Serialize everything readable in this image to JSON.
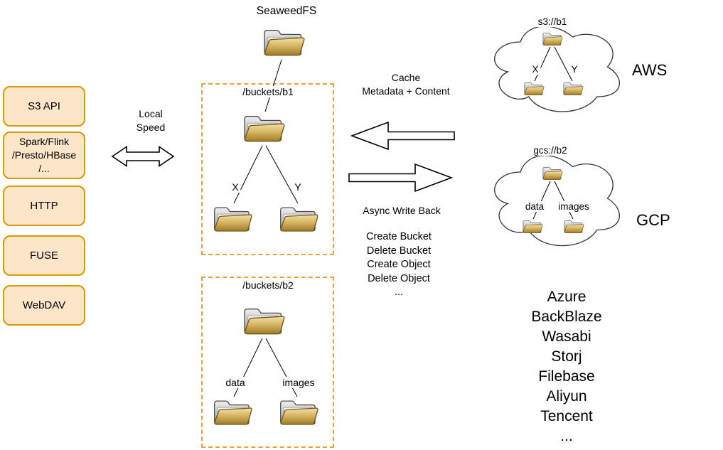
{
  "title": "SeaweedFS",
  "colors": {
    "api_box_fill": "#FCE5C8",
    "api_box_border": "#D79B00",
    "dashed_border": "#E8A33D",
    "folder_gold": "#D7B765",
    "folder_gray": "#BFBFBF",
    "line": "#000000"
  },
  "icons": {
    "folder": "folder-icon",
    "cloud": "cloud-outline",
    "double_arrow": "left-right-arrow-icon",
    "cache_arrow": "arrow-left-icon",
    "write_arrow": "arrow-right-icon"
  },
  "api_boxes": [
    {
      "label": "S3 API"
    },
    {
      "label": "Spark/Flink\n/Presto/HBase\n/..."
    },
    {
      "label": "HTTP"
    },
    {
      "label": "FUSE"
    },
    {
      "label": "WebDAV"
    }
  ],
  "local_speed_label": "Local\nSpeed",
  "cache_label": "Cache\nMetadata + Content",
  "async_label": "Async Write Back",
  "operations": [
    "Create Bucket",
    "Delete Bucket",
    "Create Object",
    "Delete Object",
    "..."
  ],
  "bucket1": {
    "title": "/buckets/b1",
    "children": [
      "X",
      "Y"
    ]
  },
  "bucket2": {
    "title": "/buckets/b2",
    "children": [
      "data",
      "images"
    ]
  },
  "aws": {
    "title": "s3://b1",
    "children": [
      "X",
      "Y"
    ],
    "label": "AWS"
  },
  "gcp": {
    "title": "gcs://b2",
    "children": [
      "data",
      "images"
    ],
    "label": "GCP"
  },
  "providers": [
    "Azure",
    "BackBlaze",
    "Wasabi",
    "Storj",
    "Filebase",
    "Aliyun",
    "Tencent",
    "..."
  ]
}
